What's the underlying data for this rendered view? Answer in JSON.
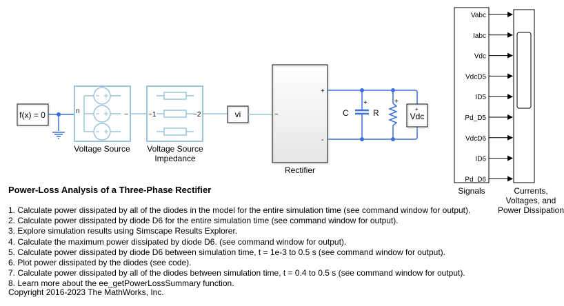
{
  "model": {
    "blocks": {
      "constant": {
        "label": "f(x) = 0"
      },
      "voltage_source": {
        "label": "Voltage Source",
        "port_n": "n",
        "port_out": "~"
      },
      "impedance": {
        "label_line1": "Voltage Source",
        "label_line2": "Impedance",
        "port_in": "~1",
        "port_out": "~2"
      },
      "vi": {
        "label": "vi"
      },
      "rectifier": {
        "label": "Rectifier",
        "port_in": "~",
        "port_plus": "+",
        "port_minus": "-"
      },
      "capacitor": {
        "label": "C"
      },
      "resistor": {
        "label": "R"
      },
      "vdc": {
        "label": "Vdc"
      },
      "signals": {
        "label": "Signals",
        "outputs": [
          "Vabc",
          "Iabc",
          "Vdc",
          "VdcD5",
          "ID5",
          "Pd_D5",
          "VdcD6",
          "ID6",
          "Pd_D6"
        ]
      },
      "scope": {
        "label_line1": "Currents,",
        "label_line2": "Voltages, and",
        "label_line3": "Power Dissipation"
      }
    },
    "colors": {
      "physical_line": "#3a6fd8",
      "block_light_blue": "#9bc3dc",
      "signal_line": "#000000"
    }
  },
  "annotation": {
    "title": "Power-Loss Analysis of a Three-Phase Rectifier",
    "steps": [
      "1. Calculate power dissipated by all of the diodes in the model for the entire simulation time (see command window for output).",
      "2. Calculate power dissipated by diode D6 for the entire simulation time (see command window for output).",
      "3. Explore simulation results using Simscape Results Explorer.",
      "4. Calculate the maximum power dissipated by diode D6. (see command window for output).",
      "5. Calculate power dissipated by diode D6 between simulation time, t = 1e-3 to 0.5 s (see command window for output).",
      "6. Plot power dissipated by the diodes (see code).",
      "7. Calculate power dissipated by all of the diodes between simulation time, t  = 0.4 to 0.5 s (see command window for output).",
      "8. Learn more about the ee_getPowerLossSummary function."
    ],
    "copyright": "Copyright 2016-2023 The MathWorks, Inc."
  }
}
